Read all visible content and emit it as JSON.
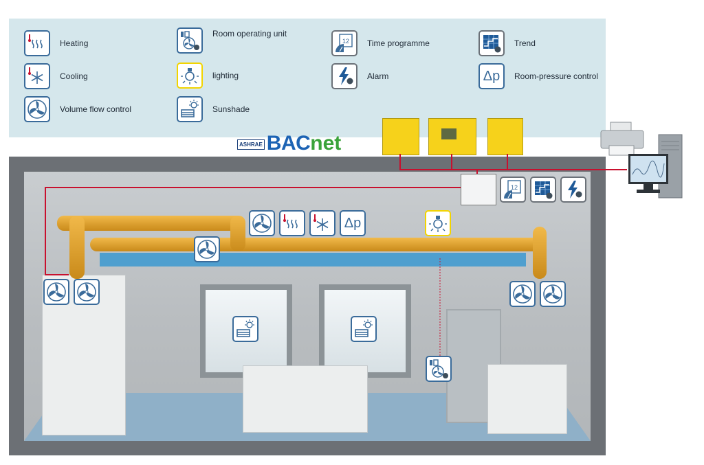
{
  "legend": {
    "heating": "Heating",
    "cooling": "Cooling",
    "volume_flow": "Volume flow control",
    "room_operating_unit": "Room operating unit",
    "lighting": "lighting",
    "sunshade": "Sunshade",
    "time_programme": "Time programme",
    "alarm": "Alarm",
    "trend": "Trend",
    "room_pressure": "Room-pressure control"
  },
  "logo": {
    "ashrae": "ASHRAE",
    "bac": "BAC",
    "net": "net"
  },
  "symbols": {
    "delta_p": "Δp",
    "time_number": "12"
  },
  "colors": {
    "legend_bg": "#d5e7ec",
    "icon_border": "#3a6b9a",
    "lighting_border": "#f2d400",
    "controller": "#f6d21b",
    "wire": "#c8102e",
    "duct": "#e3a32e"
  }
}
